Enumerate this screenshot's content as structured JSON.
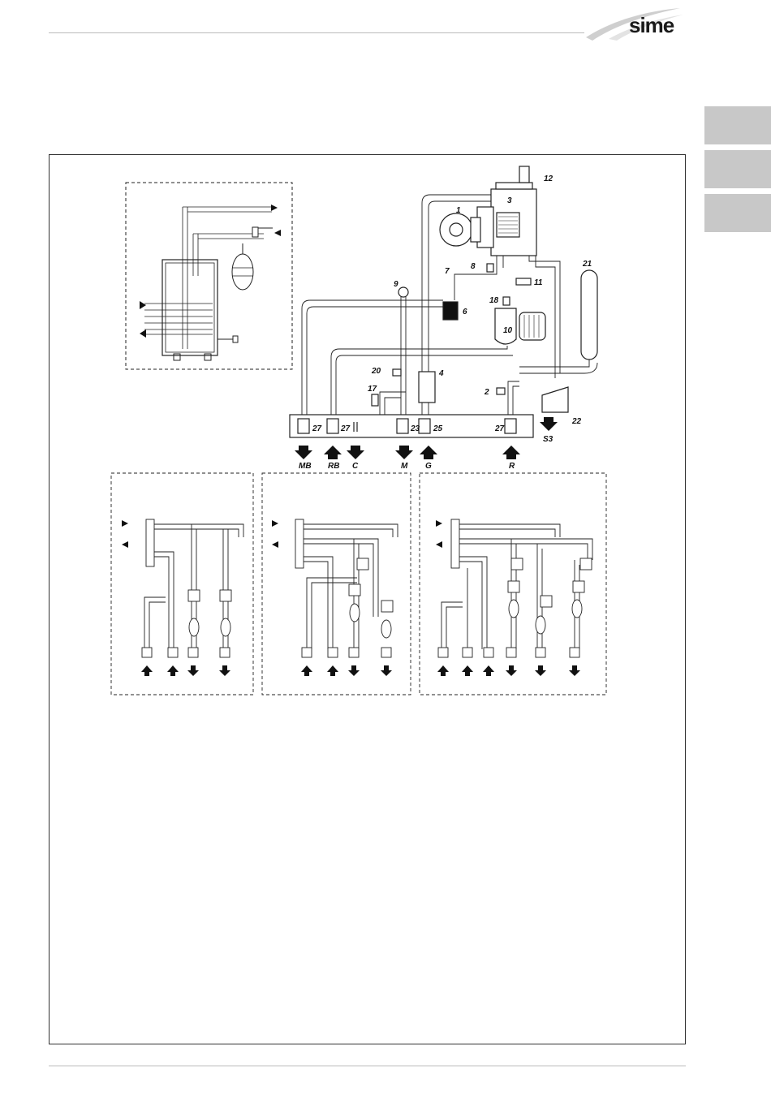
{
  "brand": {
    "logo_text": "sime"
  },
  "diagram": {
    "component_numbers": {
      "n1": "1",
      "n2": "2",
      "n3": "3",
      "n4": "4",
      "n6": "6",
      "n7": "7",
      "n8": "8",
      "n9": "9",
      "n10": "10",
      "n11": "11",
      "n12": "12",
      "n17": "17",
      "n18": "18",
      "n20": "20",
      "n21": "21",
      "n22": "22",
      "n23": "23",
      "n25": "25",
      "n27a": "27",
      "n27b": "27",
      "n27c": "27"
    },
    "connections": {
      "mb": "MB",
      "rb": "RB",
      "c": "C",
      "m": "M",
      "g": "G",
      "r": "R",
      "s3": "S3"
    }
  },
  "colors": {
    "line": "#222222",
    "pipe_fill": "#ffffff",
    "tab_gray": "#c8c8c8",
    "frame": "#333333"
  }
}
